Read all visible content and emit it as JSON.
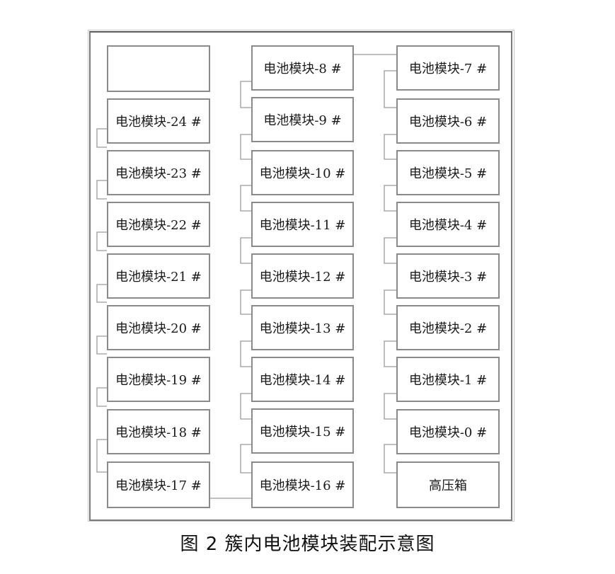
{
  "modules": {
    "left": [
      "",
      "电池模块-24 #",
      "电池模块-23 #",
      "电池模块-22 #",
      "电池模块-21 #",
      "电池模块-20 #",
      "电池模块-19 #",
      "电池模块-18 #",
      "电池模块-17 #"
    ],
    "middle": [
      "电池模块-8 #",
      "电池模块-9 #",
      "电池模块-10 #",
      "电池模块-11 #",
      "电池模块-12 #",
      "电池模块-13 #",
      "电池模块-14 #",
      "电池模块-15 #",
      "电池模块-16 #"
    ],
    "right": [
      "电池模块-7 #",
      "电池模块-6 #",
      "电池模块-5 #",
      "电池模块-4 #",
      "电池模块-3 #",
      "电池模块-2 #",
      "电池模块-1 #",
      "电池模块-0 #",
      "高压箱"
    ]
  },
  "caption": "图 2   簇内电池模块装配示意图",
  "colors": {
    "border": "#8a8a8a",
    "wire": "#9a9a9a",
    "text": "#1a1a1a"
  }
}
